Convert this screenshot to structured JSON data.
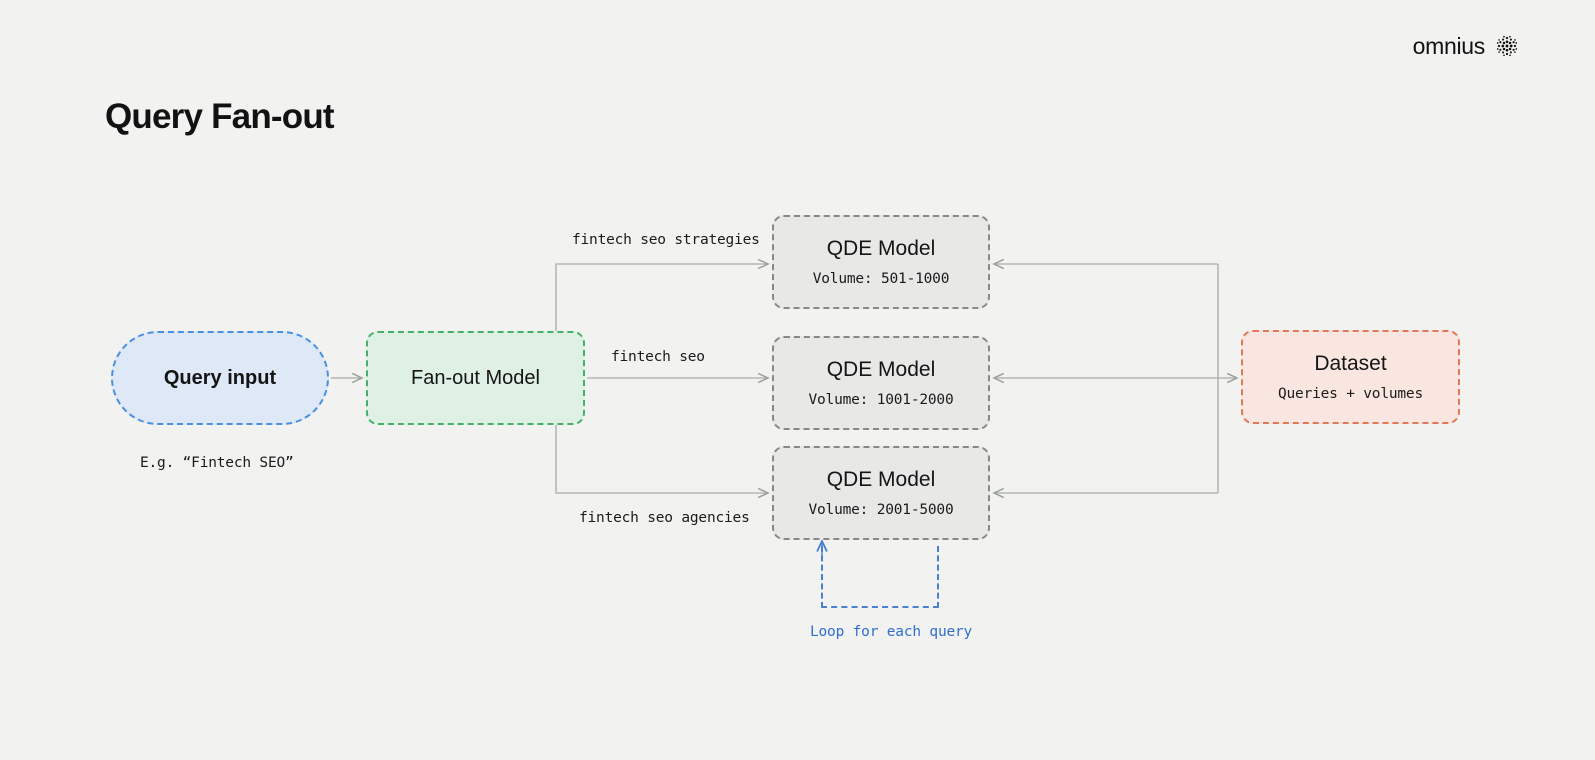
{
  "header": {
    "logo_text": "omnius",
    "logo_mark_name": "dotted-circle-mark",
    "title": "Query Fan-out"
  },
  "colors": {
    "background": "#f2f2f0",
    "query_input_fill": "#dfe8f7",
    "query_input_border": "#4a90e2",
    "fanout_fill": "#dff0e4",
    "fanout_border": "#45b06a",
    "qde_fill": "#e8e8e7",
    "qde_border": "#888888",
    "dataset_fill": "#f9e6e1",
    "dataset_border": "#e2785a",
    "edge": "#a8aba8",
    "loop": "#4a7fd4",
    "loop_label": "#2f6fd0"
  },
  "diagram": {
    "nodes": {
      "query_input": {
        "title": "Query input",
        "caption": "E.g. “Fintech SEO”"
      },
      "fanout_model": {
        "title": "Fan-out Model"
      },
      "qde_models": [
        {
          "title": "QDE Model",
          "subtitle": "Volume: 501-1000"
        },
        {
          "title": "QDE Model",
          "subtitle": "Volume: 1001-2000"
        },
        {
          "title": "QDE Model",
          "subtitle": "Volume: 2001-5000"
        }
      ],
      "dataset": {
        "title": "Dataset",
        "subtitle": "Queries + volumes"
      }
    },
    "edge_labels": [
      "fintech seo strategies",
      "fintech seo",
      "fintech seo agencies"
    ],
    "loop": {
      "label": "Loop for each query"
    }
  }
}
